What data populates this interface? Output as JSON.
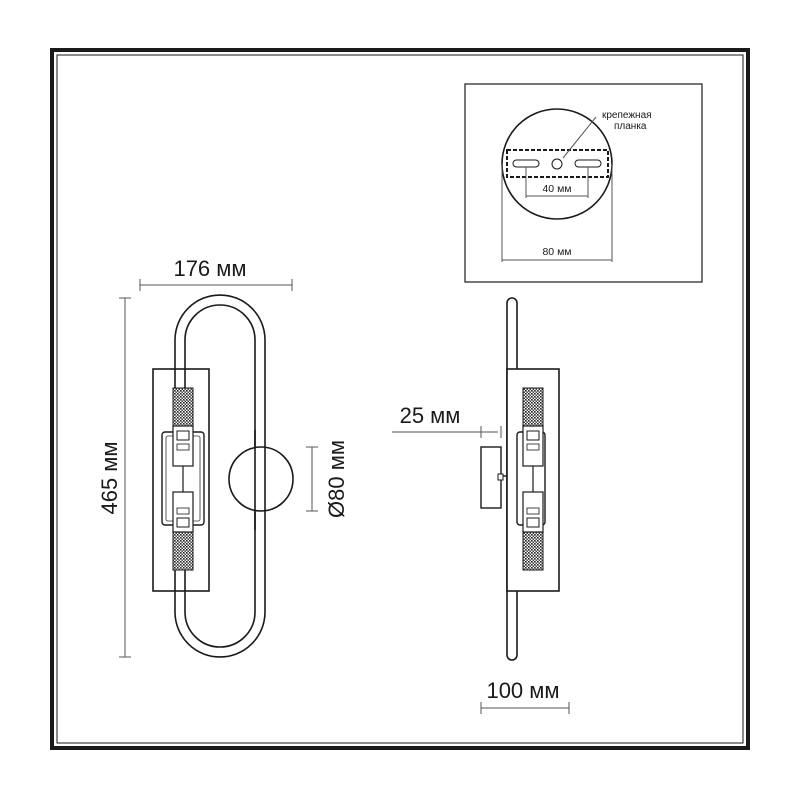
{
  "dimensions": {
    "width": "176 мм",
    "height": "465 мм",
    "base_diameter": "Ø80 мм",
    "offset": "25 мм",
    "depth": "100 мм"
  },
  "inset": {
    "plate_label_line1": "крепежная",
    "plate_label_line2": "планка",
    "inner_span": "40 мм",
    "outer_span": "80 мм"
  }
}
